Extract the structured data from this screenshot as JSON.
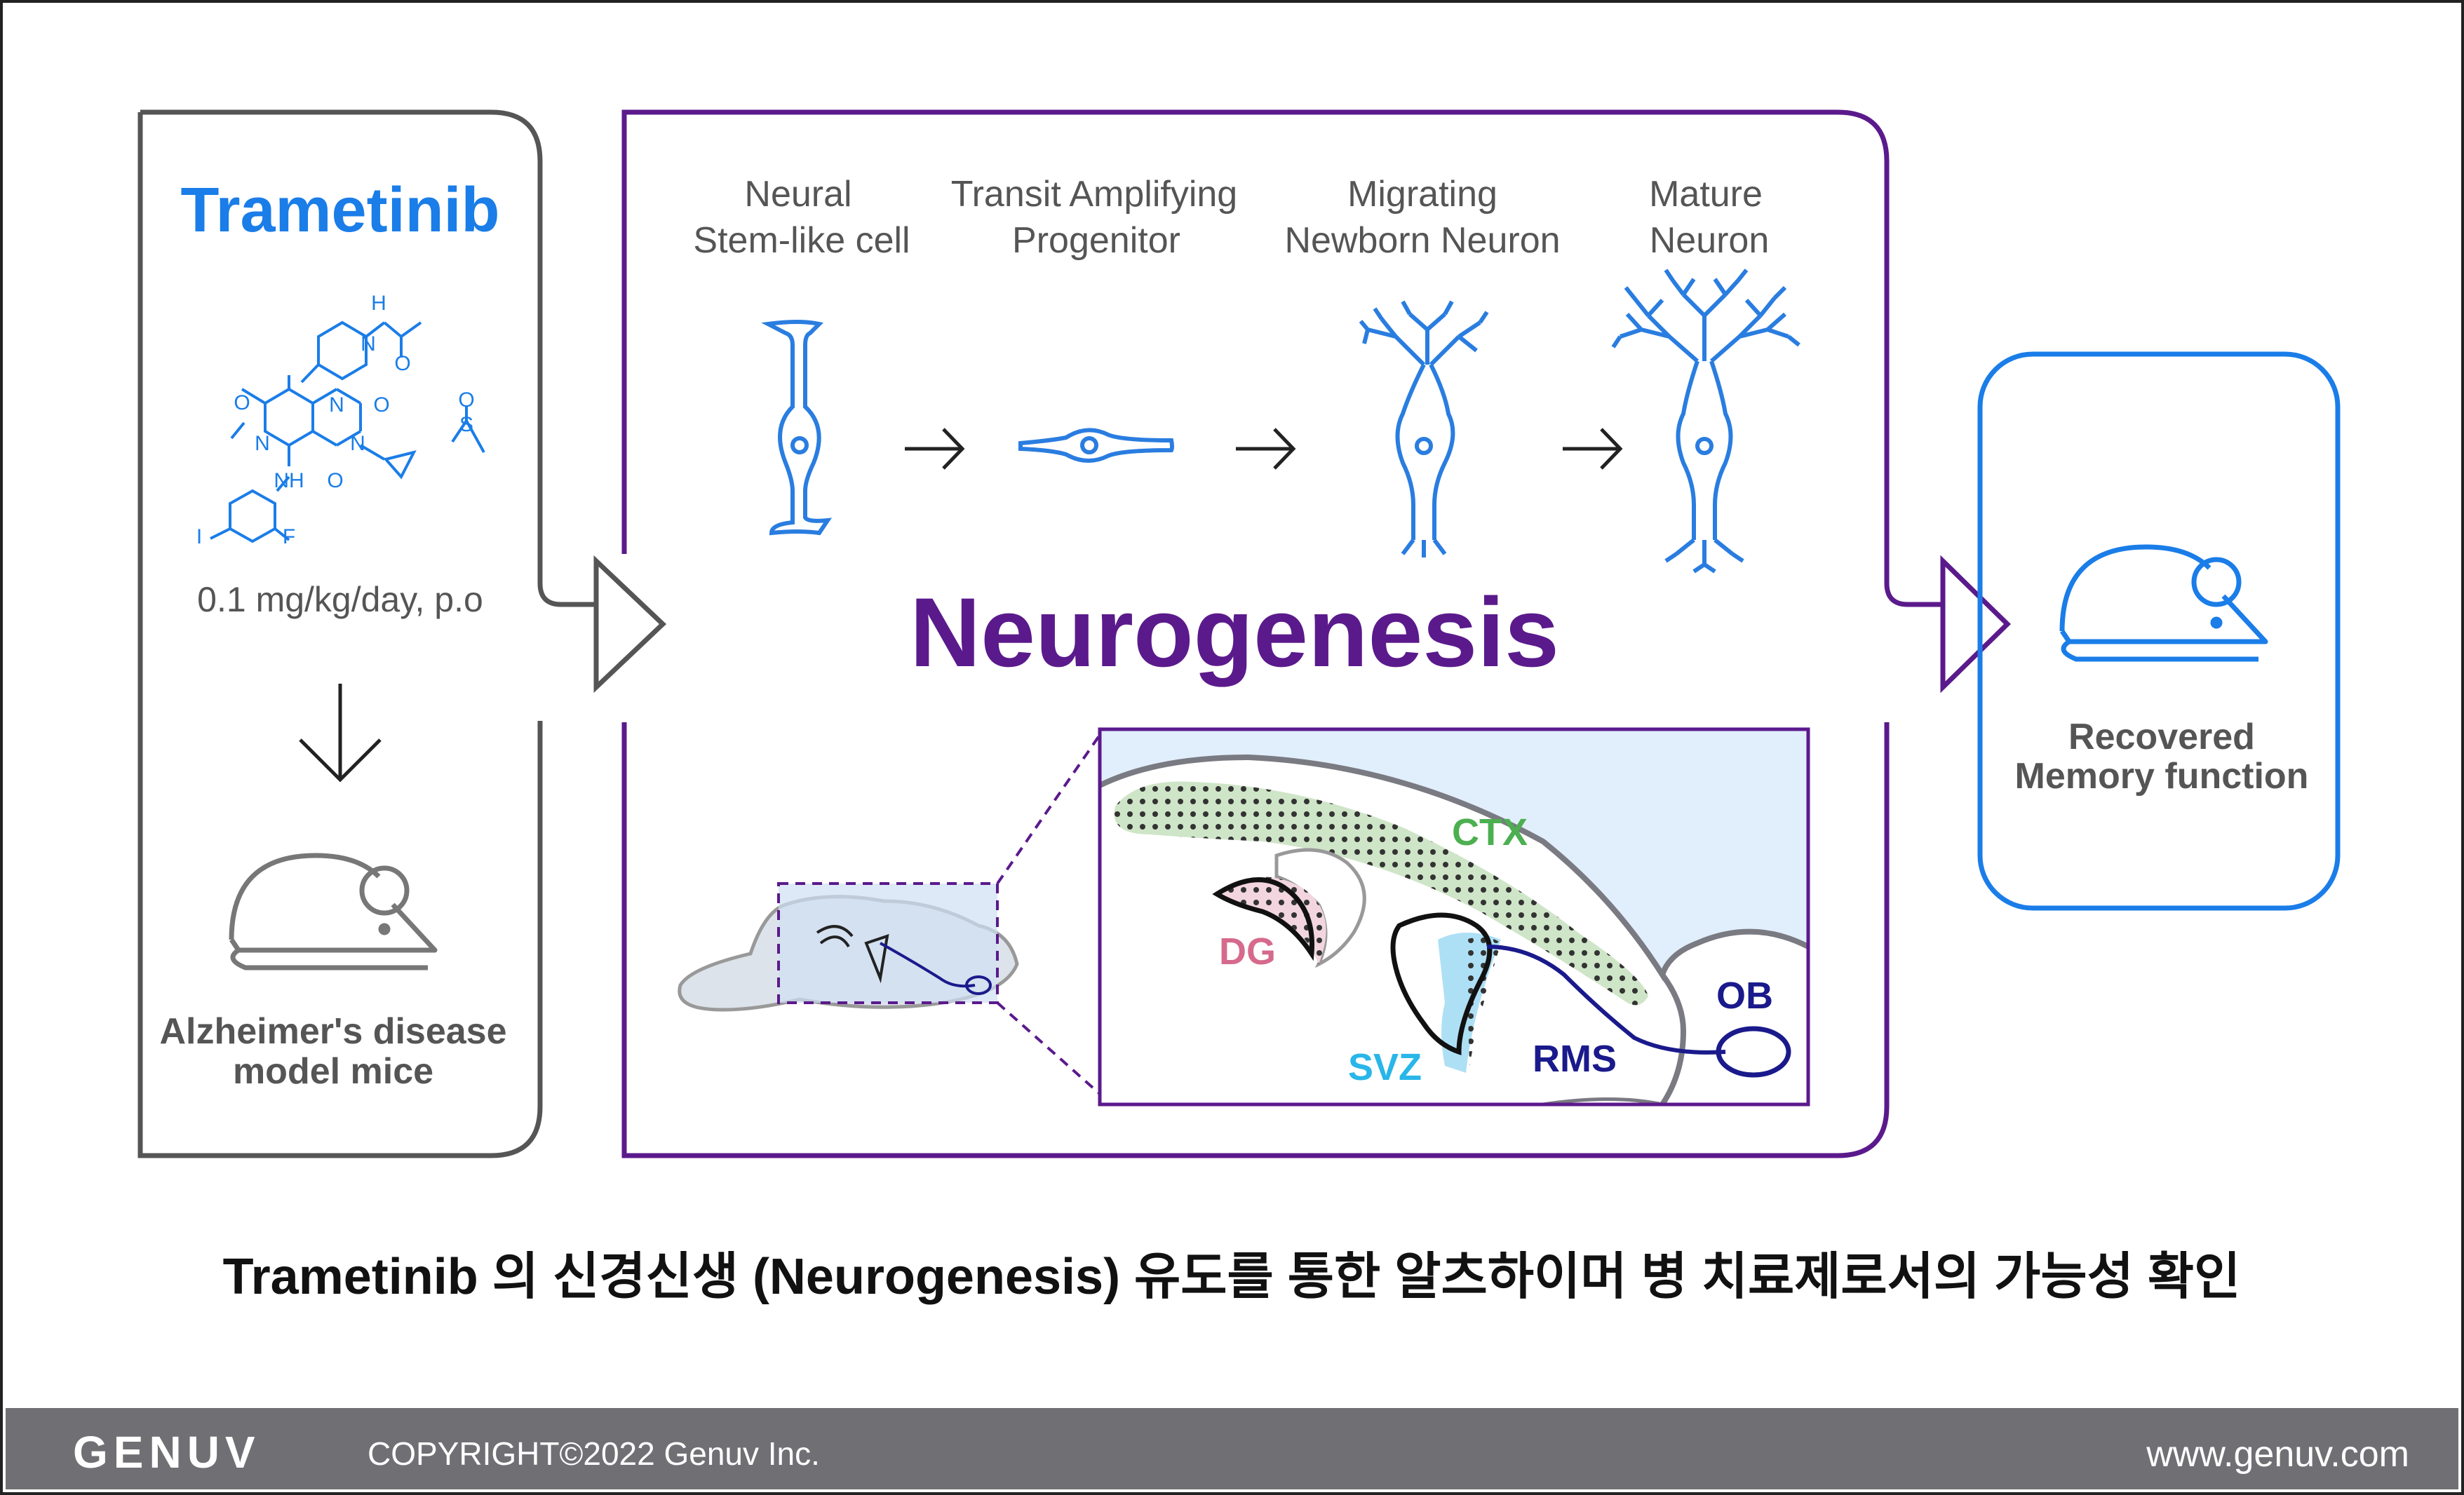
{
  "left_panel": {
    "drug_name": "Trametinib",
    "dose": "0.1 mg/kg/day, p.o",
    "mouse_label_line1": "Alzheimer's disease",
    "mouse_label_line2": "model mice",
    "chem_atoms": {
      "N1": "N",
      "H1": "H",
      "O1": "O",
      "O2": "O",
      "N2": "N",
      "O3": "O",
      "N3": "N",
      "N4": "N",
      "NH": "NH",
      "O4": "O",
      "I": "I",
      "F": "F",
      "O5": "O",
      "S": "S"
    }
  },
  "center_panel": {
    "stages": [
      {
        "line1": "Neural",
        "line2": "Stem-like cell"
      },
      {
        "line1": "Transit Amplifying",
        "line2": "Progenitor"
      },
      {
        "line1": "Migrating",
        "line2": "Newborn Neuron"
      },
      {
        "line1": "Mature",
        "line2": "Neuron"
      }
    ],
    "title": "Neurogenesis",
    "brain_regions": {
      "ctx": "CTX",
      "dg": "DG",
      "svz": "SVZ",
      "rms": "RMS",
      "ob": "OB"
    }
  },
  "right_panel": {
    "line1": "Recovered",
    "line2": "Memory function"
  },
  "caption": {
    "bold": "Trametinib",
    "rest": "의 신경신생 (Neurogenesis) 유도를 통한 알츠하이머 병 치료제로서의 가능성 확인"
  },
  "footer": {
    "logo": "GENUV",
    "copyright": "COPYRIGHT©2022 Genuv Inc.",
    "url": "www.genuv.com"
  },
  "colors": {
    "purple": "#5b1a8c",
    "blue": "#1a7de8",
    "neuron": "#2a7de0",
    "ctx": "#4caf50",
    "dg": "#d66a8c",
    "svz": "#29b6e8",
    "rms": "#1a1a8c",
    "gray": "#555555"
  }
}
